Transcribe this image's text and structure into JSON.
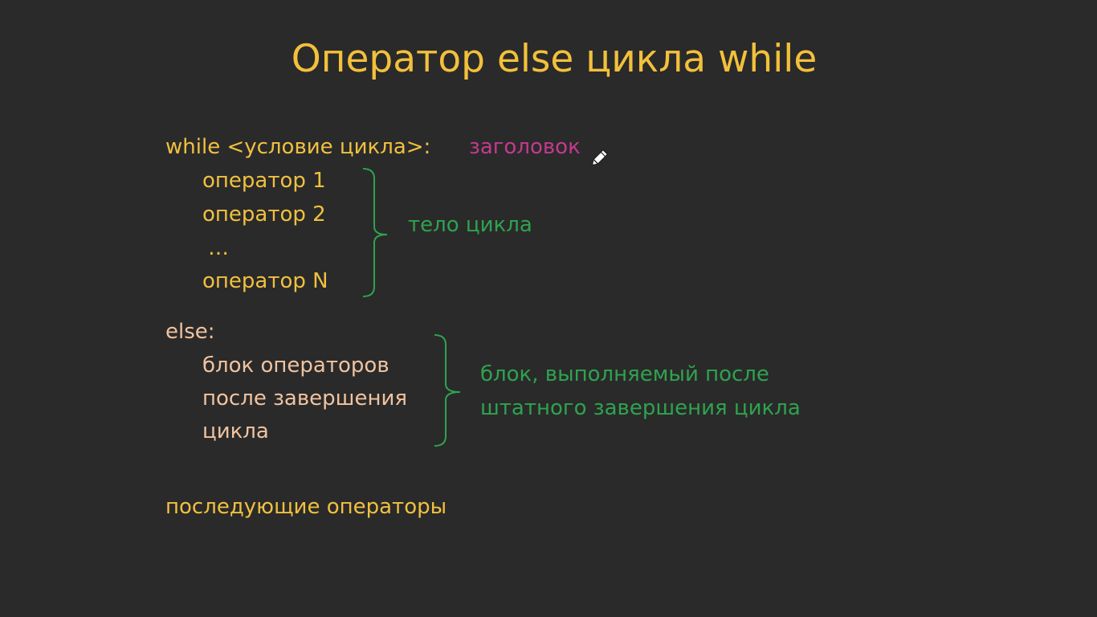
{
  "title": "Оператор else цикла while",
  "header_line": "while <условие цикла>:",
  "header_note": "заголовок",
  "body_lines": [
    "оператор 1",
    "оператор 2",
    "…",
    "оператор N"
  ],
  "body_note": "тело цикла",
  "else_line": "else:",
  "else_block_lines": [
    "блок операторов",
    "после завершения",
    "цикла"
  ],
  "else_note_lines": [
    "блок, выполняемый после",
    "штатного завершения цикла"
  ],
  "following_line": "последующие операторы",
  "colors": {
    "background": "#2a2a2a",
    "title": "#f3c03b",
    "code": "#f0c03f",
    "else_block": "#f0c3a0",
    "header_note": "#c33a8e",
    "annotation": "#2ea34e"
  },
  "icons": [
    "pen-cursor-icon",
    "curly-brace-icon"
  ]
}
